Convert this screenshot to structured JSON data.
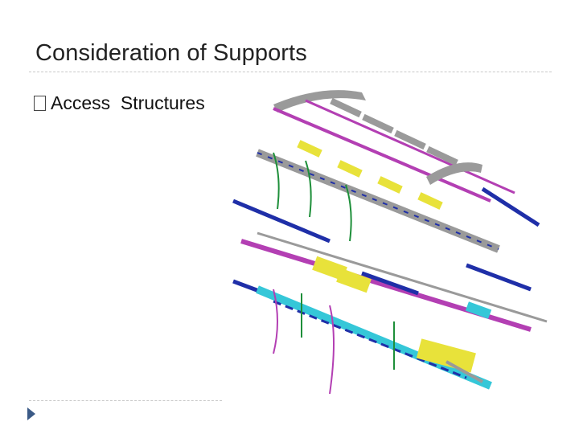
{
  "slide": {
    "title": "Consideration of Supports",
    "bullets": [
      {
        "marker": "□",
        "text": "Access  Structures"
      }
    ]
  },
  "colors": {
    "title_text": "#222222",
    "rule": "#c9c9c9",
    "footer_arrow": "#3b5a86",
    "magenta": "#b33fb3",
    "yellow": "#e8e23a",
    "blue": "#1f2fa8",
    "cyan": "#35c7d8",
    "green": "#1e8f3a",
    "gray": "#9a9a9a"
  },
  "figure": {
    "icon": "access-structures-exploded-3d-diagram"
  }
}
